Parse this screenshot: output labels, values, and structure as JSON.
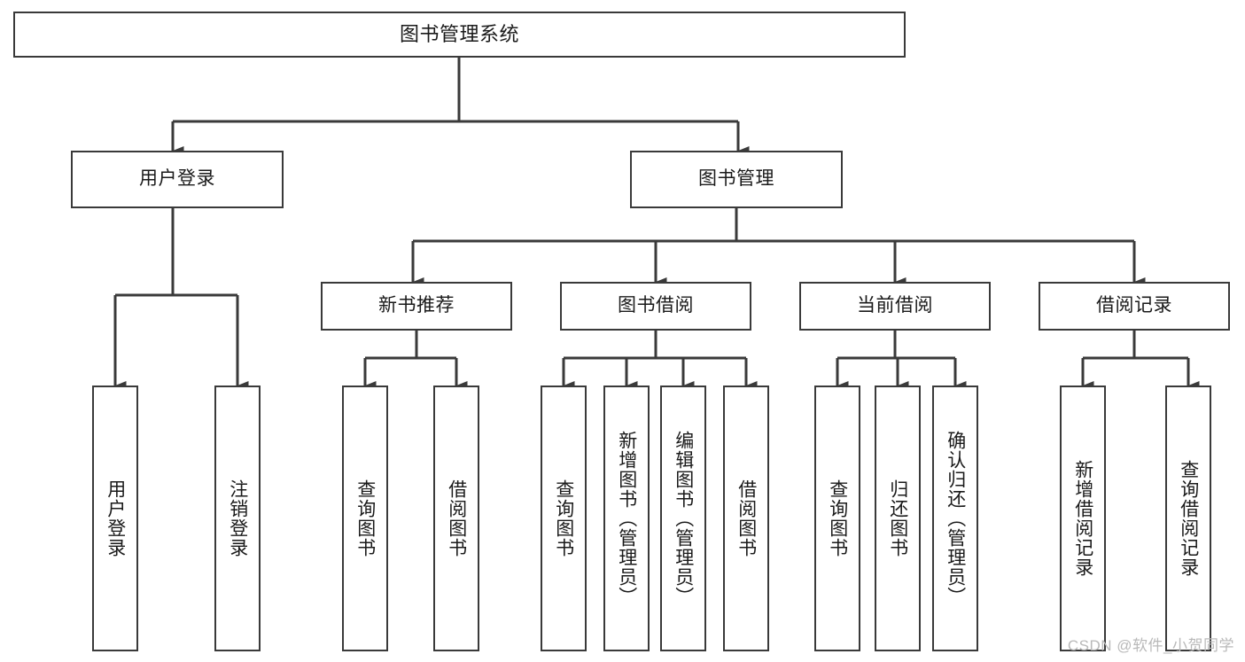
{
  "diagram": {
    "title": "图书管理系统",
    "watermark": "CSDN @软件_小贺同学",
    "stroke_color": "#3a3a3a",
    "background_color": "#ffffff",
    "text_color": "#1a1a1a",
    "watermark_color": "#b9b9b9",
    "type": "tree-hierarchy-chart",
    "root": {
      "label": "图书管理系统"
    },
    "level2": [
      {
        "label": "用户登录"
      },
      {
        "label": "图书管理"
      }
    ],
    "level3": [
      {
        "label": "新书推荐"
      },
      {
        "label": "图书借阅"
      },
      {
        "label": "当前借阅"
      },
      {
        "label": "借阅记录"
      }
    ],
    "leaves_user_login": [
      {
        "label": "用户登录"
      },
      {
        "label": "注销登录"
      }
    ],
    "leaves_new_book": [
      {
        "label": "查询图书"
      },
      {
        "label": "借阅图书"
      }
    ],
    "leaves_borrow": [
      {
        "label": "查询图书"
      },
      {
        "label": "新增图书（管理员）"
      },
      {
        "label": "编辑图书（管理员）"
      },
      {
        "label": "借阅图书"
      }
    ],
    "leaves_current": [
      {
        "label": "查询图书"
      },
      {
        "label": "归还图书"
      },
      {
        "label": "确认归还（管理员）"
      }
    ],
    "leaves_records": [
      {
        "label": "新增借阅记录"
      },
      {
        "label": "查询借阅记录"
      }
    ]
  }
}
